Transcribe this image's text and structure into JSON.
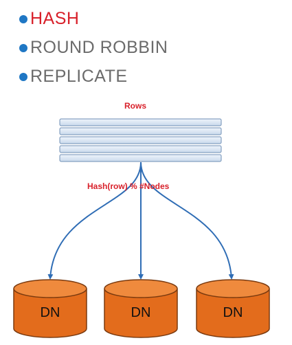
{
  "bullets": [
    {
      "label": "HASH",
      "active": true
    },
    {
      "label": "ROUND ROBBIN",
      "active": false
    },
    {
      "label": "REPLICATE",
      "active": false
    }
  ],
  "diagram": {
    "rows_label": "Rows",
    "hash_label": "Hash(row) % #Nodes",
    "nodes": [
      "DN",
      "DN",
      "DN"
    ]
  },
  "colors": {
    "accent_red": "#d8202a",
    "bullet_blue": "#1f77c4",
    "arrow_blue": "#2f6db5",
    "cylinder_orange": "#e36c1c"
  }
}
